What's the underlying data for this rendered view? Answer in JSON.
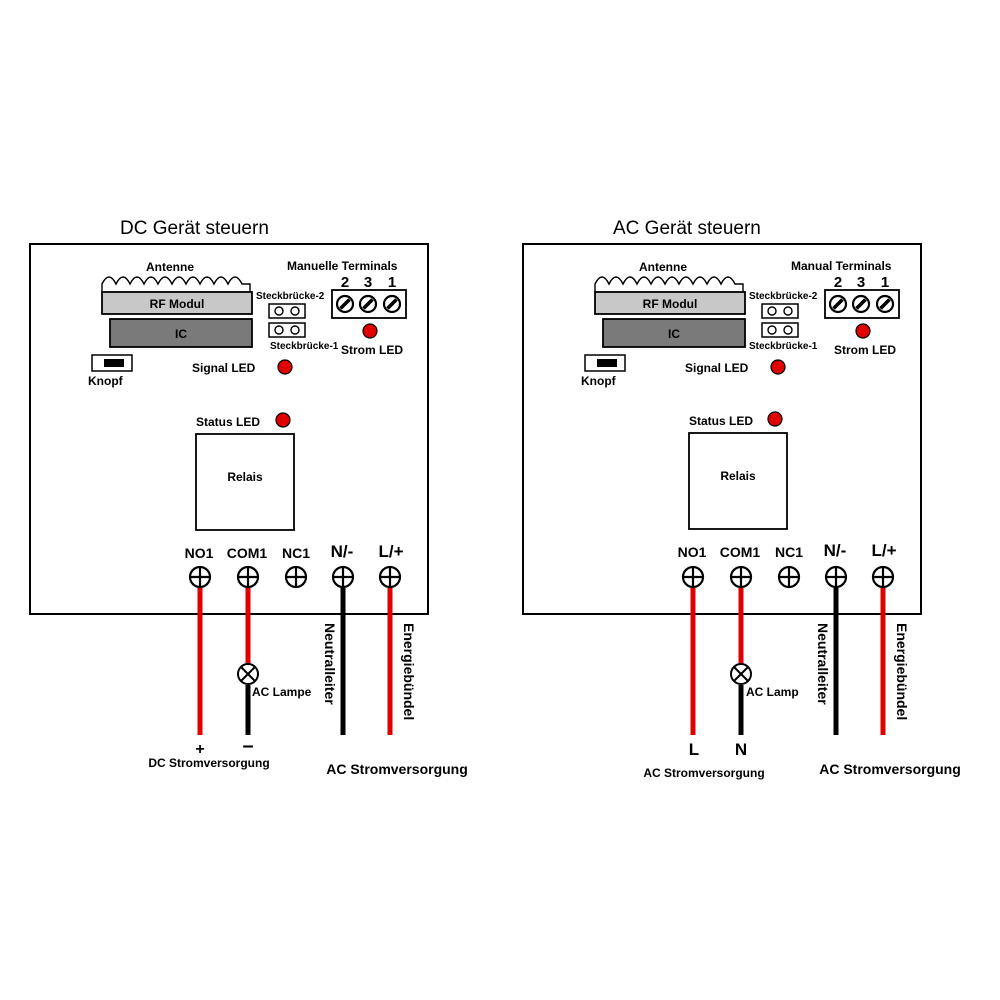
{
  "colors": {
    "live_wire": "#e00000",
    "neutral_wire": "#000000",
    "led": "#e00000",
    "rf_module_fill": "#c8c8c8",
    "ic_fill": "#7a7a7a"
  },
  "dc_panel": {
    "title": "DC Gerät steuern",
    "antenna_label": "Antenne",
    "rf_module_label": "RF Modul",
    "ic_label": "IC",
    "jumper2_label": "Steckbrücke-2",
    "jumper1_label": "Steckbrücke-1",
    "button_label": "Knopf",
    "manual_terminals_label": "Manuelle Terminals",
    "manual_terminal_numbers": [
      "2",
      "3",
      "1"
    ],
    "power_led_label": "Strom LED",
    "signal_led_label": "Signal LED",
    "status_led_label": "Status LED",
    "relay_label": "Relais",
    "terminals": [
      "NO1",
      "COM1",
      "NC1",
      "N/-",
      "L/+"
    ],
    "lamp_label": "AC Lampe",
    "neutral_label": "Neutralleiter",
    "live_label": "Energiebündel",
    "plus_label": "+",
    "minus_label": "–",
    "left_supply_label": "DC Stromversorgung",
    "right_supply_label": "AC Stromversorgung"
  },
  "ac_panel": {
    "title": "AC Gerät steuern",
    "antenna_label": "Antenne",
    "rf_module_label": "RF Modul",
    "ic_label": "IC",
    "jumper2_label": "Steckbrücke-2",
    "jumper1_label": "Steckbrücke-1",
    "button_label": "Knopf",
    "manual_terminals_label": "Manual Terminals",
    "manual_terminal_numbers": [
      "2",
      "3",
      "1"
    ],
    "power_led_label": "Strom LED",
    "signal_led_label": "Signal LED",
    "status_led_label": "Status LED",
    "relay_label": "Relais",
    "terminals": [
      "NO1",
      "COM1",
      "NC1",
      "N/-",
      "L/+"
    ],
    "lamp_label": "AC Lamp",
    "neutral_label": "Neutralleiter",
    "live_label": "Energiebündel",
    "l_label": "L",
    "n_label": "N",
    "left_supply_label": "AC Stromversorgung",
    "right_supply_label": "AC Stromversorgung"
  }
}
